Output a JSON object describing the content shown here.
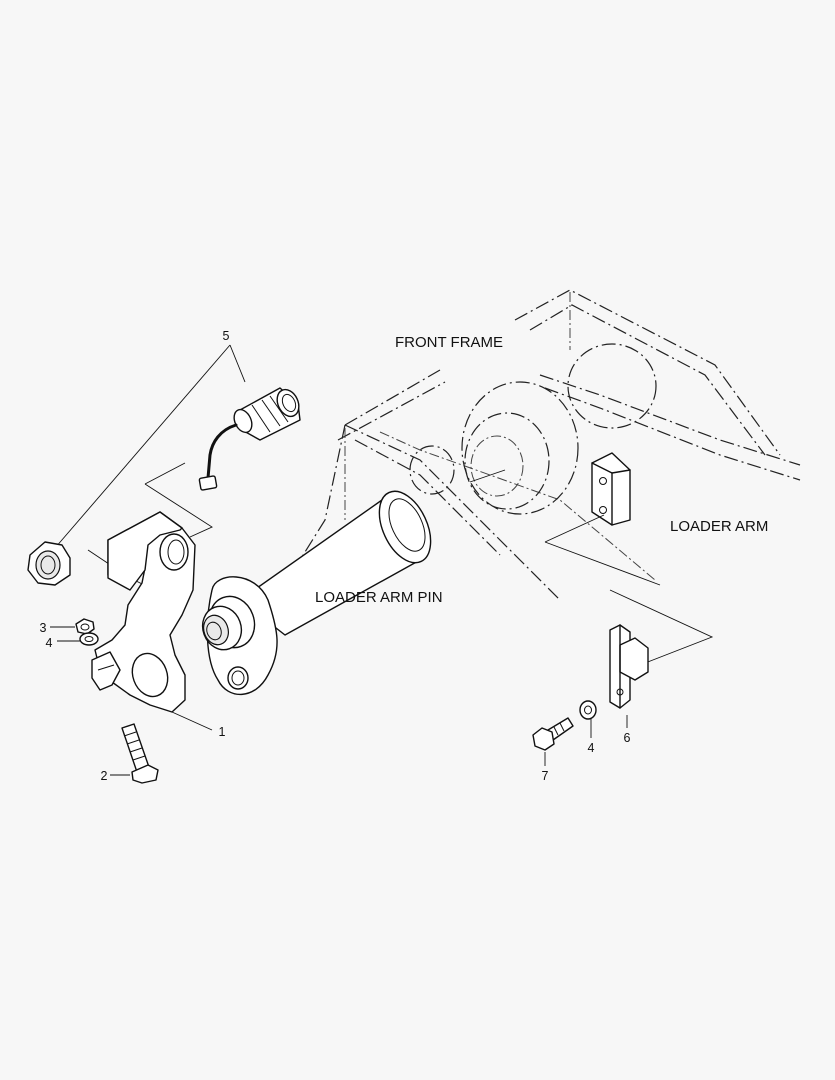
{
  "labels": {
    "front_frame": "FRONT FRAME",
    "loader_arm": "LOADER ARM",
    "loader_arm_pin": "LOADER ARM PIN"
  },
  "callouts": {
    "c1": "1",
    "c2": "2",
    "c3": "3",
    "c4a": "4",
    "c4b": "4",
    "c5": "5",
    "c6": "6",
    "c7": "7"
  }
}
